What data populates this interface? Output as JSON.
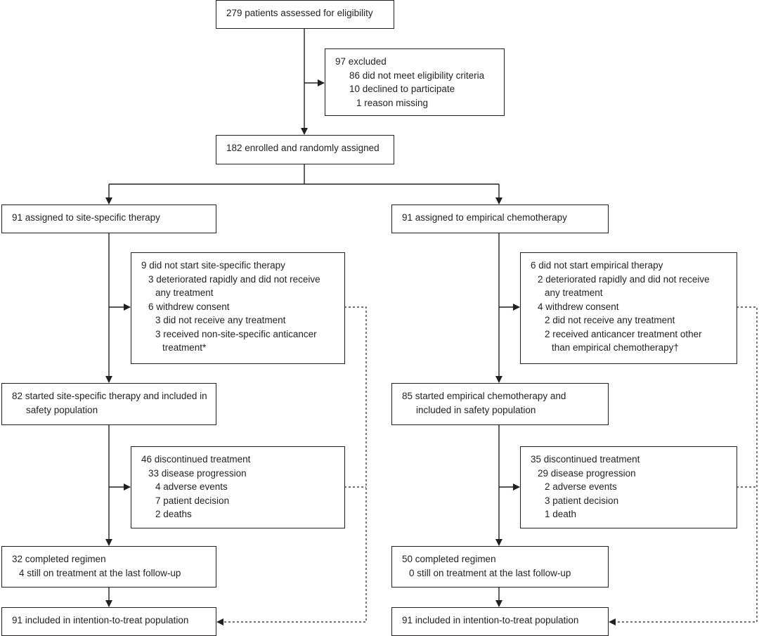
{
  "assessed": "279 patients assessed for eligibility",
  "excluded": {
    "lines": [
      "97 excluded",
      "86 did not meet eligibility criteria",
      "10 declined to participate",
      "1 reason missing"
    ]
  },
  "enrolled": "182 enrolled and randomly assigned",
  "left": {
    "assigned": "91 assigned to site-specific therapy",
    "not_started": [
      "9 did not start site-specific therapy",
      "3 deteriorated rapidly and did not receive",
      "any treatment",
      "6 withdrew consent",
      "3 did not receive any treatment",
      "3 received non-site-specific anticancer",
      "treatment*"
    ],
    "safety": [
      "82 started site-specific therapy and included in",
      "safety population"
    ],
    "discontinued": [
      "46 discontinued treatment",
      "33 disease progression",
      "4 adverse events",
      "7 patient decision",
      "2 deaths"
    ],
    "completed": [
      "32 completed regimen",
      "4 still on treatment at the last follow-up"
    ],
    "itt": "91 included in intention-to-treat population"
  },
  "right": {
    "assigned": "91 assigned to empirical chemotherapy",
    "not_started": [
      "6 did not start empirical therapy",
      "2 deteriorated rapidly and did not receive",
      "any treatment",
      "4 withdrew consent",
      "2 did not receive any treatment",
      "2 received anticancer treatment other",
      "than empirical chemotherapy†"
    ],
    "safety": [
      "85 started empirical chemotherapy and",
      "included in safety population"
    ],
    "discontinued": [
      "35 discontinued treatment",
      "29 disease progression",
      "2 adverse events",
      "3 patient decision",
      "1 death"
    ],
    "completed": [
      "50 completed regimen",
      "0 still on treatment at the last follow-up"
    ],
    "itt": "91 included in intention-to-treat population"
  }
}
